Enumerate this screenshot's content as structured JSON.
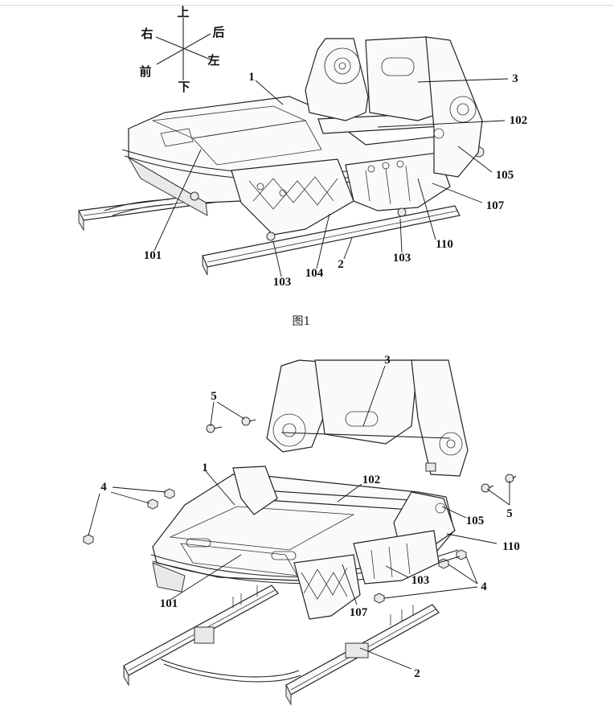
{
  "orientation": {
    "up": "上",
    "down": "下",
    "right": "右",
    "left": "左",
    "front": "前",
    "back": "后"
  },
  "figure1": {
    "caption": "图1",
    "labels": {
      "l1": "1",
      "l3": "3",
      "l102": "102",
      "l105": "105",
      "l107": "107",
      "l110": "110",
      "l103a": "103",
      "l2": "2",
      "l104": "104",
      "l103b": "103",
      "l101": "101"
    }
  },
  "figure2": {
    "labels": {
      "l3": "3",
      "l5a": "5",
      "l1": "1",
      "l4a": "4",
      "l102": "102",
      "l105": "105",
      "l5b": "5",
      "l110": "110",
      "l103": "103",
      "l4b": "4",
      "l101": "101",
      "l107": "107",
      "l2": "2"
    }
  }
}
